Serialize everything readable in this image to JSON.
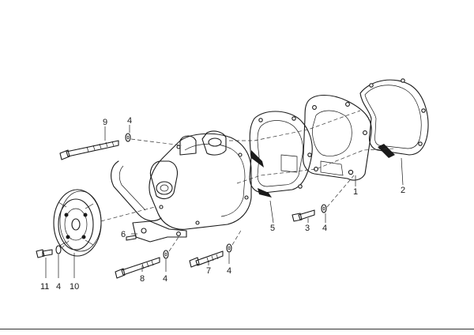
{
  "callouts": {
    "c1": "1",
    "c2": "2",
    "c3": "3",
    "c4a": "4",
    "c4b": "4",
    "c4c": "4",
    "c4d": "4",
    "c4e": "4",
    "c5": "5",
    "c6": "6",
    "c7": "7",
    "c8": "8",
    "c9": "9",
    "c10": "10",
    "c11": "11"
  }
}
